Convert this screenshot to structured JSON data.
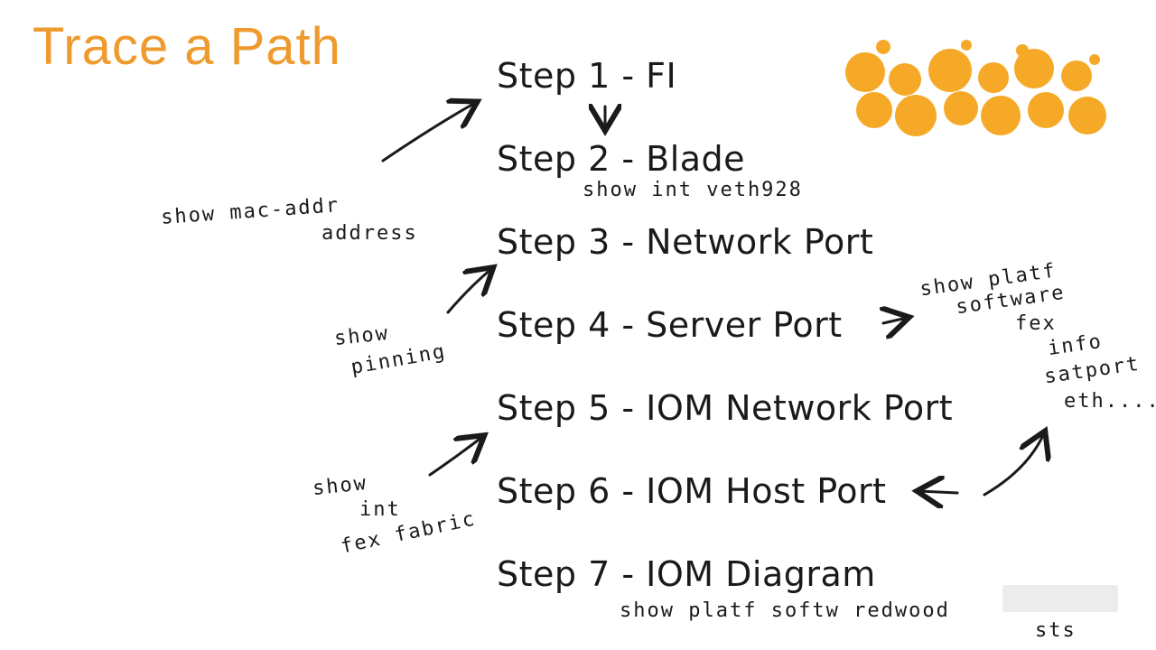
{
  "title": "Trace a Path",
  "steps": [
    "Step 1 - FI",
    "Step 2 - Blade",
    "Step 3 - Network Port",
    "Step 4 - Server Port",
    "Step 5 - IOM Network Port",
    "Step 6 - IOM Host Port",
    "Step 7 - IOM Diagram"
  ],
  "notes": {
    "show_int_veth": "show int veth928",
    "show_mac_1": "show mac-addr",
    "show_mac_2": "address",
    "show_pinning_1": "show",
    "show_pinning_2": "pinning",
    "show_fex_1": "show",
    "show_fex_2": "int",
    "show_fex_3": "fex fabric",
    "platform_1": "show platf",
    "platform_2": "software",
    "platform_3": "fex",
    "platform_4": "info",
    "platform_5": "satport",
    "platform_6": "eth....",
    "platform_bottom": "show platf softw redwood",
    "sts": "sts"
  },
  "colors": {
    "title": "#ee9a2e",
    "dots": "#f5a51c",
    "ink": "#1a1a1a"
  }
}
